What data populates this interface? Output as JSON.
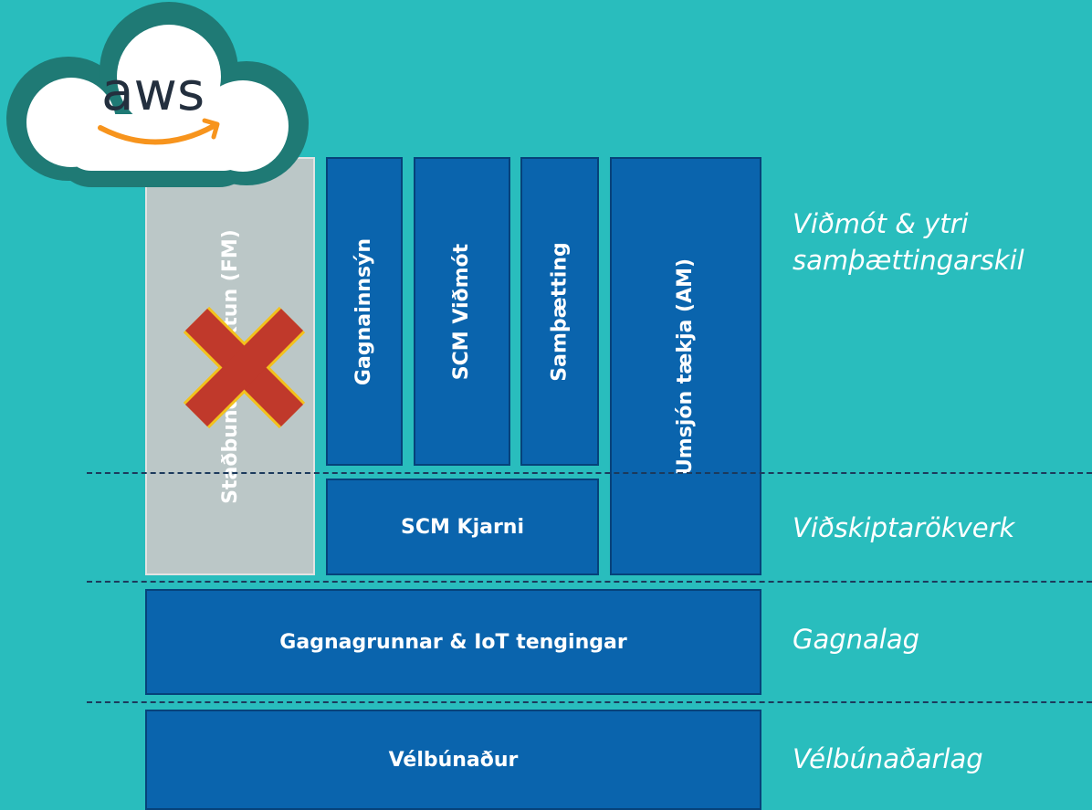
{
  "cloud_logo": {
    "text": "aws"
  },
  "stack": {
    "removed_box": "Staðbundin vöktun (FM)",
    "data_view": "Gagnainnsýn",
    "scm_interface": "SCM Viðmót",
    "integration": "Samþætting",
    "device_mgmt": "Umsjón tækja (AM)",
    "scm_core": "SCM Kjarni",
    "databases": "Gagnagrunnar & IoT tengingar",
    "hardware": "Vélbúnaður"
  },
  "layers": {
    "interface": [
      "Viðmót & ytri",
      "samþættingarskil"
    ],
    "business": "Viðskiptarökverk",
    "data": "Gagnalag",
    "hardware": "Vélbúnaðarlag"
  },
  "colors": {
    "background": "#29bdbd",
    "box_fill": "#0a64ad",
    "removed_fill": "#c8c8c8",
    "x_mark": "#c0392b",
    "x_outline": "#f2c11c",
    "logo_orange": "#f7941d"
  }
}
